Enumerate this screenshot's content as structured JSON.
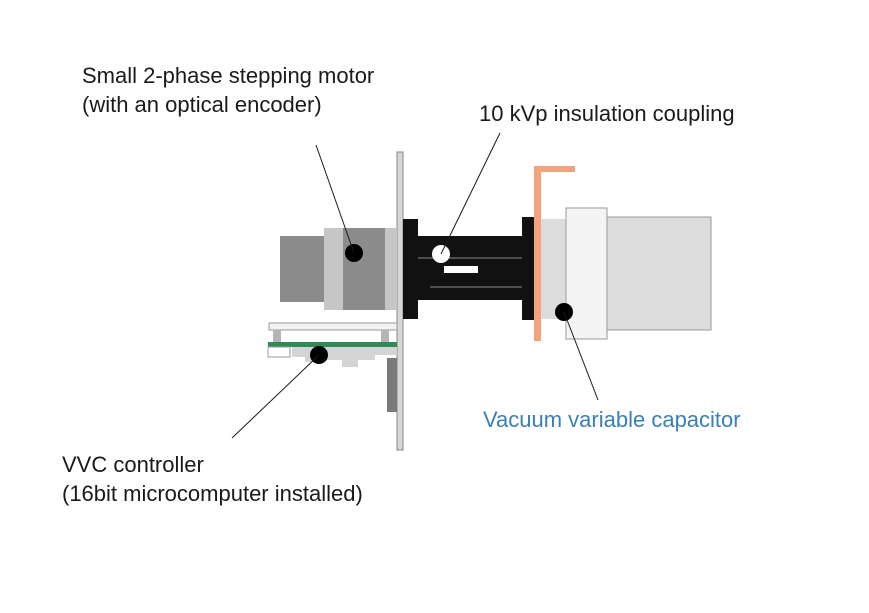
{
  "labels": {
    "motor_line1": "Small 2-phase stepping motor",
    "motor_line2": "(with an optical encoder)",
    "coupling": "10 kVp insulation coupling",
    "capacitor": "Vacuum variable capacitor",
    "controller_line1": "VVC controller",
    "controller_line2": "(16bit microcomputer installed)"
  },
  "colors": {
    "capacitor_label": "#3a7fb5",
    "copper_plate": "#f0a37c",
    "circuit_board": "#2e8b57"
  }
}
